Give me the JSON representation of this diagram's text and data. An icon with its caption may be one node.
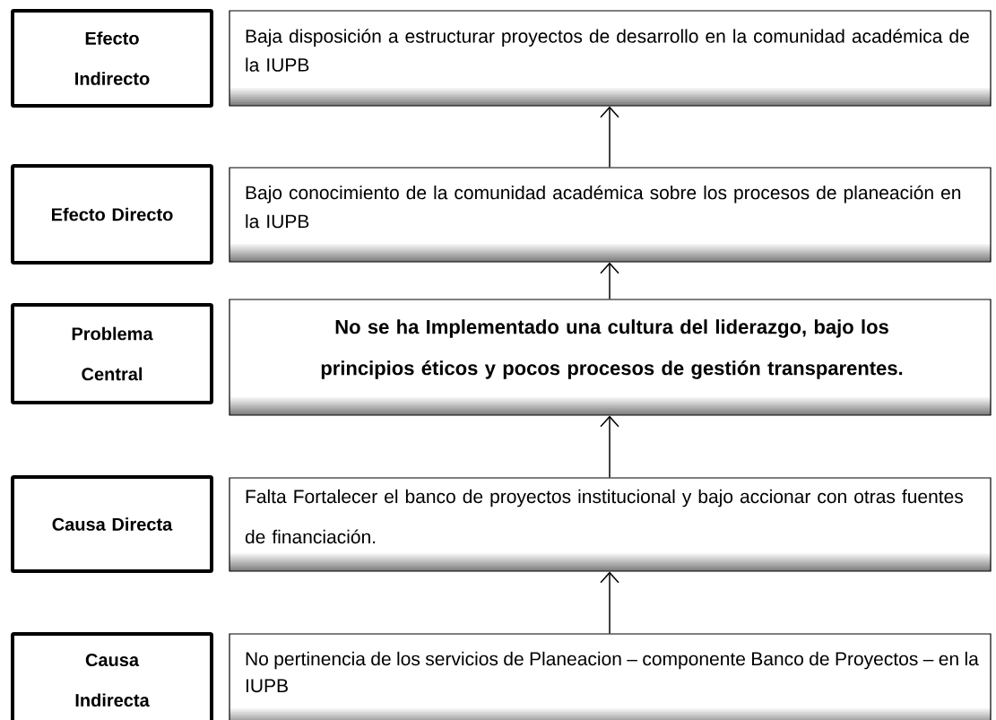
{
  "diagram": {
    "nodes": [
      {
        "text": [
          "Efecto Indirecto"
        ]
      },
      {
        "text": [
          "Baja disposición a estructurar proyectos de desarrollo en la comunidad académica de la IUPB"
        ]
      },
      {
        "text": [
          "Efecto Directo"
        ]
      },
      {
        "text": [
          "Bajo conocimiento de la comunidad académica sobre los procesos de planeación en la IUPB"
        ]
      },
      {
        "text": [
          "Problema Central"
        ]
      },
      {
        "text": [
          "No se ha Implementado una cultura del liderazgo, bajo los principios éticos y pocos procesos de gestión transparentes."
        ]
      },
      {
        "text": [
          "Causa Directa"
        ]
      },
      {
        "text": [
          "Falta Fortalecer el banco de proyectos institucional y bajo accionar con otras fuentes de financiación."
        ]
      },
      {
        "text": [
          "Causa Indirecta"
        ]
      },
      {
        "text": [
          "No pertinencia  de los servicios de Planeacion – componente Banco de Proyectos – en la IUPB"
        ]
      }
    ],
    "edges": [
      {
        "from": 3,
        "to": 1,
        "arrow": "to"
      },
      {
        "from": 5,
        "to": 3,
        "arrow": "to"
      },
      {
        "from": 7,
        "to": 5,
        "arrow": "to"
      },
      {
        "from": 9,
        "to": 7,
        "arrow": "to"
      }
    ]
  }
}
